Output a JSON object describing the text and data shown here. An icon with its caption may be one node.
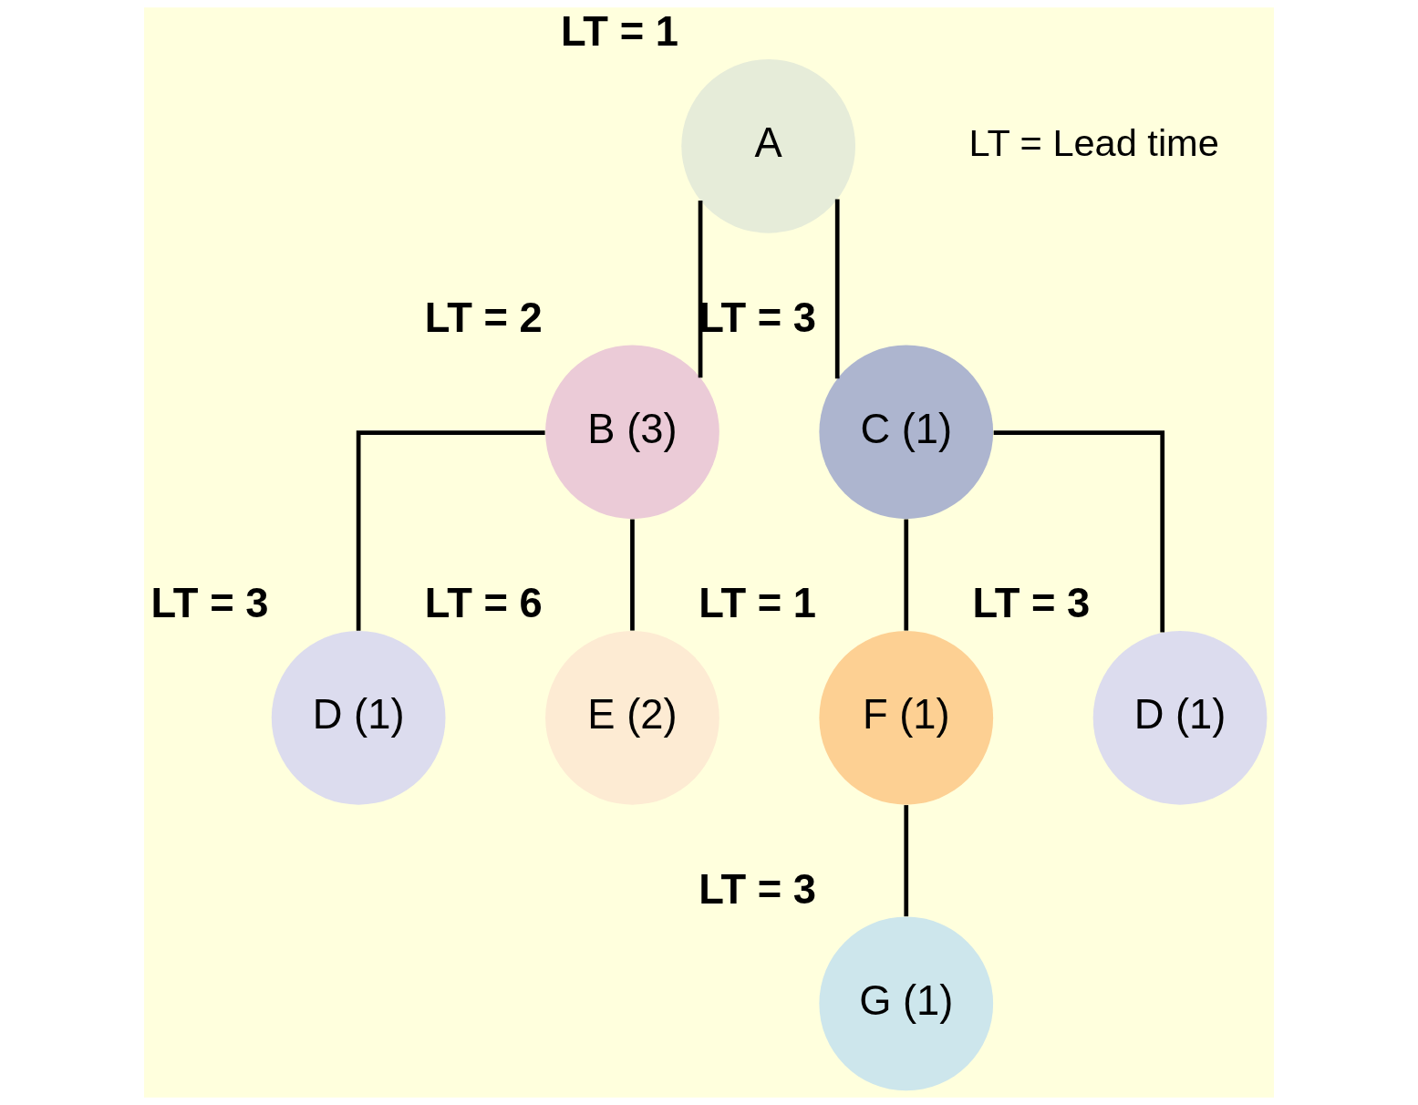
{
  "diagram": {
    "nodes": [
      {
        "text": [
          "A"
        ],
        "beside": [
          "LT = 1"
        ]
      },
      {
        "text": [
          "B (3)"
        ],
        "beside": [
          "LT = 2"
        ]
      },
      {
        "text": [
          "C (1)"
        ],
        "beside": [
          "LT = 3"
        ]
      },
      {
        "text": [
          "D (1)"
        ],
        "beside": [
          "LT = 3"
        ]
      },
      {
        "text": [
          "E (2)"
        ],
        "beside": [
          "LT = 6"
        ]
      },
      {
        "text": [
          "F (1)"
        ],
        "beside": [
          "LT = 1"
        ]
      },
      {
        "text": [
          "D (1)"
        ],
        "beside": [
          "LT = 3"
        ]
      },
      {
        "text": [
          "G (1)"
        ],
        "beside": [
          "LT = 3"
        ]
      }
    ],
    "edges": [
      {
        "from": 0,
        "to": 1,
        "arrow": "none"
      },
      {
        "from": 0,
        "to": 2,
        "arrow": "none"
      },
      {
        "from": 1,
        "to": 3,
        "arrow": "none"
      },
      {
        "from": 1,
        "to": 4,
        "arrow": "none"
      },
      {
        "from": 2,
        "to": 5,
        "arrow": "none"
      },
      {
        "from": 2,
        "to": 6,
        "arrow": "none"
      },
      {
        "from": 5,
        "to": 7,
        "arrow": "none"
      }
    ],
    "labels": [
      "LT = Lead time"
    ]
  }
}
